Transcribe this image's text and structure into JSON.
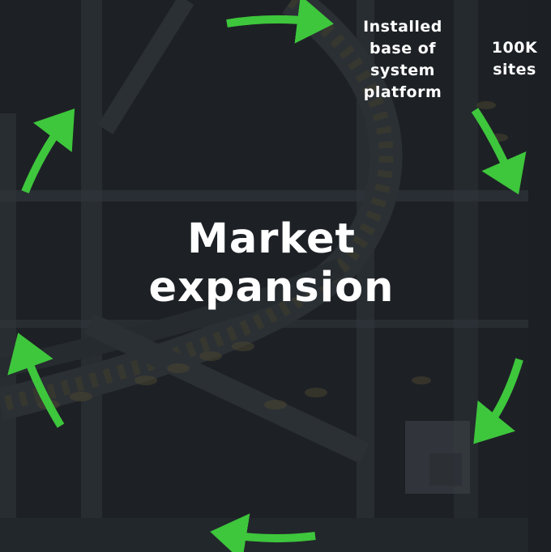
{
  "center_title": [
    "Market",
    "expansion"
  ],
  "labels": {
    "installed": [
      "Installed",
      "base of",
      "system",
      "platform"
    ],
    "sites": [
      "100K",
      "sites"
    ]
  },
  "colors": {
    "arrow": "#3ec63c",
    "text": "#ffffff",
    "overlay": "#1c2024"
  }
}
